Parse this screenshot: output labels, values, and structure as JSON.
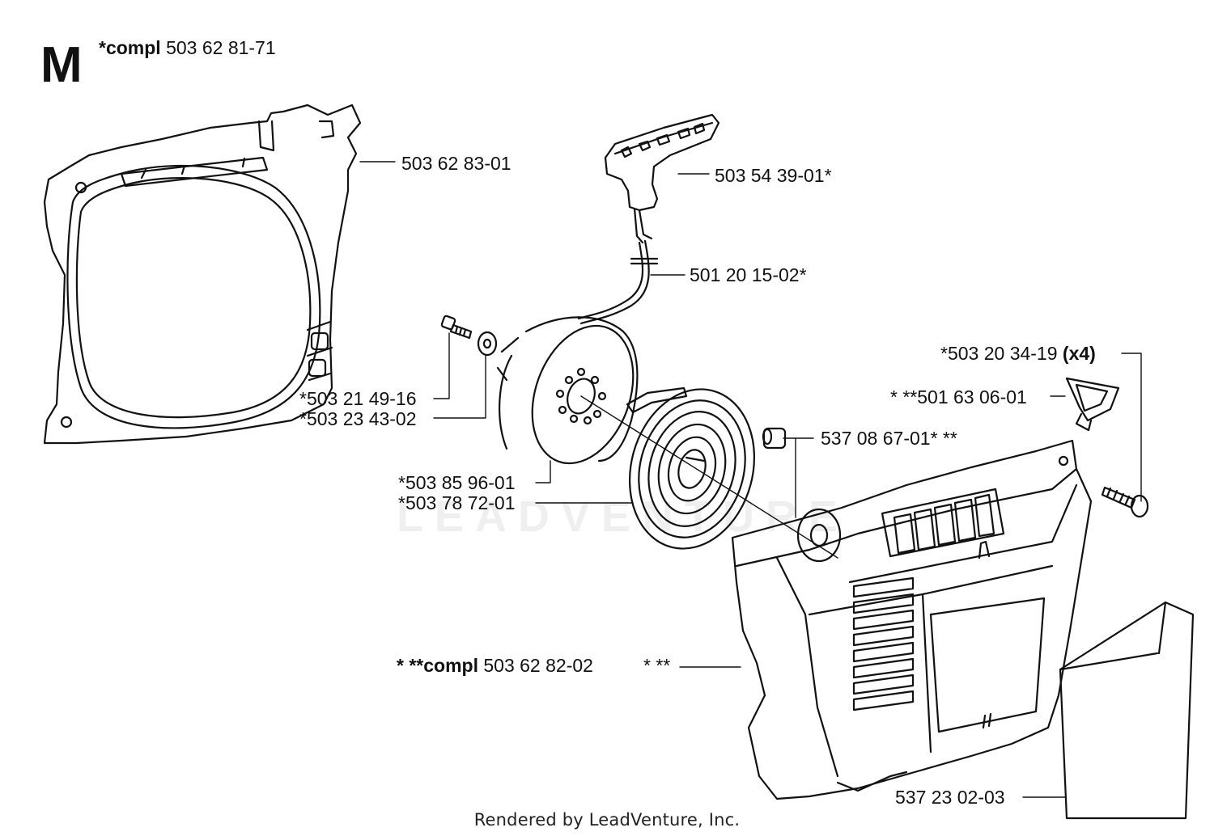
{
  "header": {
    "section_letter": "M",
    "assembly_prefix": "*compl",
    "assembly_number": "503 62 81-71"
  },
  "parts": [
    {
      "id": "fan-housing",
      "label": "503 62 83-01"
    },
    {
      "id": "starter-handle",
      "label": "503 54 39-01*"
    },
    {
      "id": "starter-cord",
      "label": "501 20 15-02*"
    },
    {
      "id": "screw-small",
      "label": "*503 21 49-16"
    },
    {
      "id": "washer-small",
      "label": "*503 23 43-02"
    },
    {
      "id": "rope-pulley",
      "label": "*503 85 96-01"
    },
    {
      "id": "recoil-spring",
      "label": "*503 78 72-01"
    },
    {
      "id": "screw-x4",
      "label": "*503 20 34-19",
      "qty": "(x4)"
    },
    {
      "id": "rope-guide",
      "label": "* **501 63 06-01"
    },
    {
      "id": "spring-bushing",
      "label": "537 08 67-01* **"
    },
    {
      "id": "starter-cover",
      "prefix": "* **compl",
      "label": "503 62 82-02",
      "suffix": "* **"
    },
    {
      "id": "decal",
      "label": "537 23 02-03"
    }
  ],
  "watermark": "LEADVENTURE",
  "footer": "Rendered by LeadVenture, Inc."
}
